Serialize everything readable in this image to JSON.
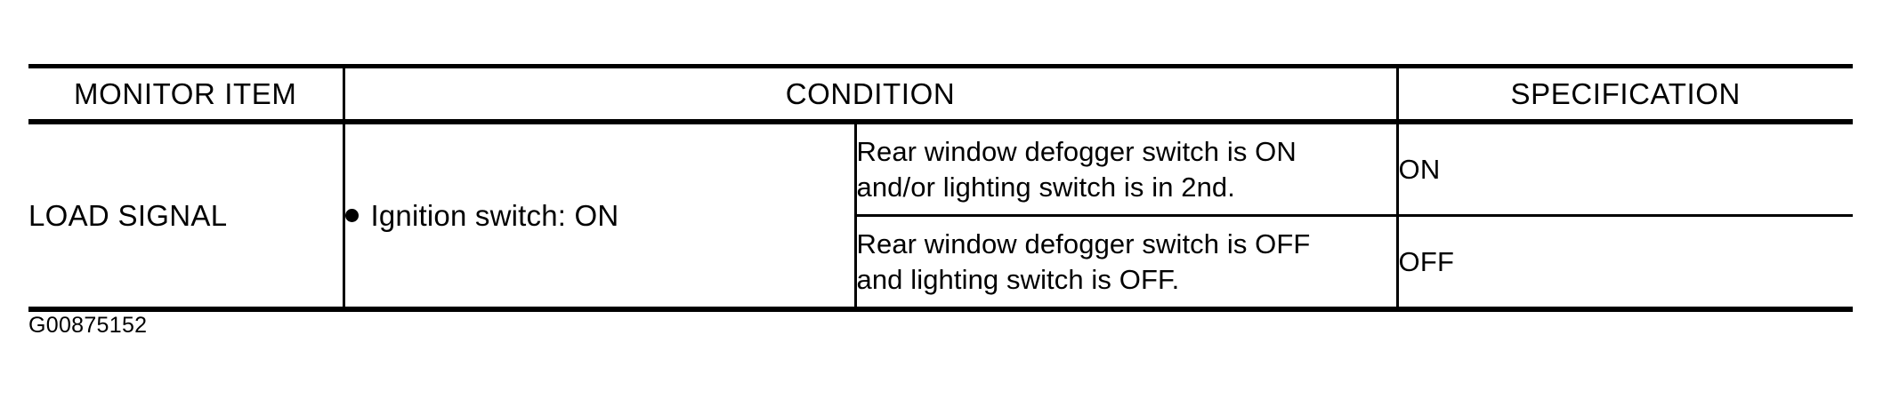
{
  "document": {
    "type": "service-manual-specification-table",
    "figure_id": "G00875152",
    "background_color": "#ffffff",
    "text_color": "#000000"
  },
  "table": {
    "headers": {
      "monitor_item": "MONITOR ITEM",
      "condition": "CONDITION",
      "specification": "SPECIFICATION"
    },
    "rows": [
      {
        "monitor_item": "LOAD SIGNAL",
        "condition_main": "Ignition switch: ON",
        "condition_main_bullet": "bullet-dot",
        "entries": [
          {
            "condition_detail_line1": "Rear window defogger switch is ON",
            "condition_detail_line2": "and/or lighting switch is in 2nd.",
            "specification": "ON"
          },
          {
            "condition_detail_line1": "Rear window defogger switch is OFF",
            "condition_detail_line2": "and lighting switch is OFF.",
            "specification": "OFF"
          }
        ]
      }
    ]
  },
  "caption": {
    "text": "G00875152"
  }
}
